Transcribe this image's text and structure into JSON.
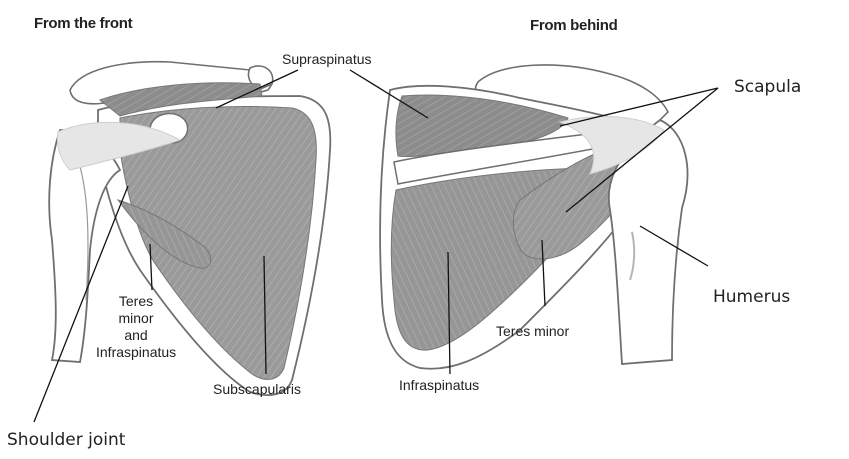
{
  "headers": {
    "front": "From the front",
    "behind": "From behind"
  },
  "labels": {
    "supraspinatus": "Supraspinatus",
    "scapula": "Scapula",
    "humerus": "Humerus",
    "teres_minor_front": [
      "Teres",
      "minor",
      "and",
      "Infraspinatus"
    ],
    "subscapularis": "Subscapularis",
    "infraspinatus": "Infraspinatus",
    "teres_minor_back": "Teres minor",
    "shoulder_joint": "Shoulder joint"
  },
  "colors": {
    "muscle_fill": "#9a9a9a",
    "bone_fill": "#ffffff",
    "bone_stroke": "#6f6f6f",
    "tendon": "#e6e6e6",
    "line": "#111111"
  }
}
